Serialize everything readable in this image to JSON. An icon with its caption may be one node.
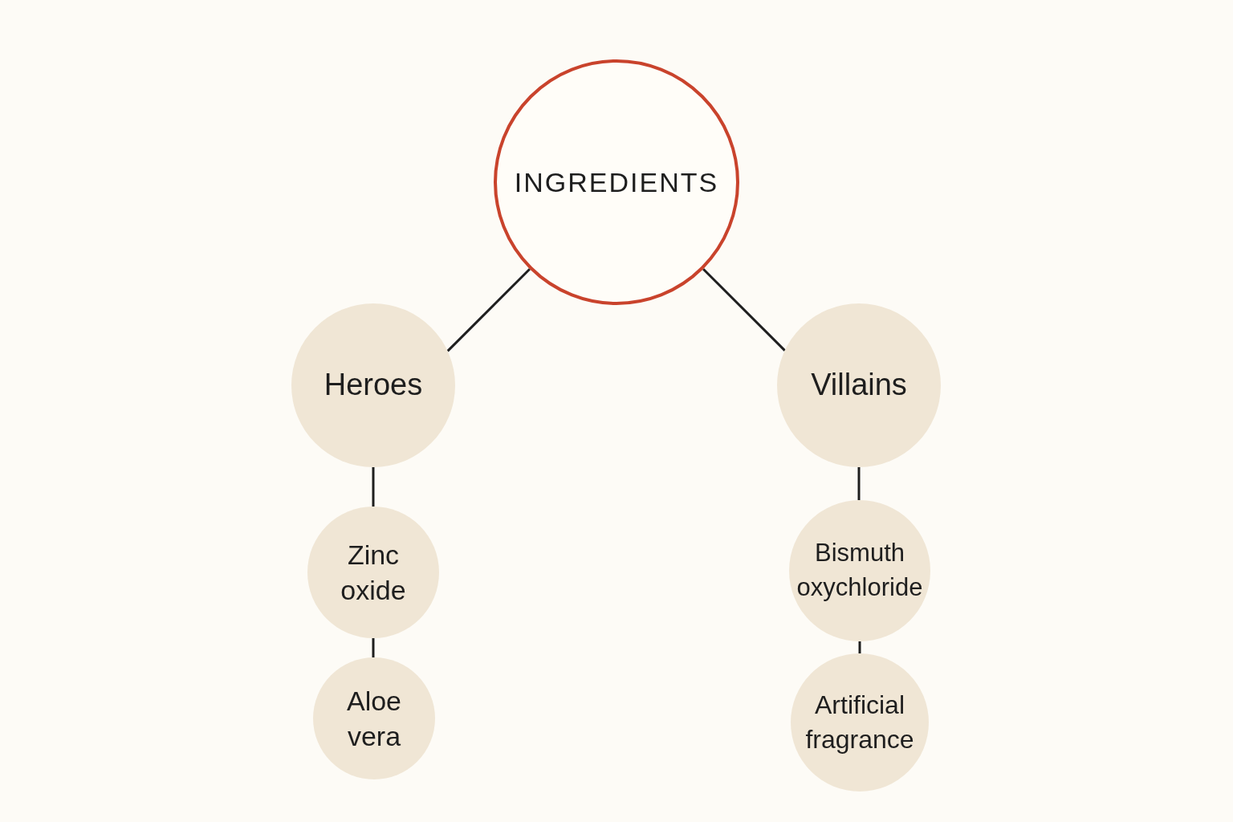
{
  "diagram": {
    "nodes": [
      {
        "text": [
          "INGREDIENTS"
        ]
      },
      {
        "text": [
          "Heroes"
        ]
      },
      {
        "text": [
          "Villains"
        ]
      },
      {
        "text": [
          "Zinc oxide"
        ]
      },
      {
        "text": [
          "Bismuth oxychloride"
        ]
      },
      {
        "text": [
          "Aloe vera"
        ]
      },
      {
        "text": [
          "Artificial fragrance"
        ]
      }
    ],
    "edges": [
      {
        "from": 0,
        "to": 1,
        "arrow": "none"
      },
      {
        "from": 0,
        "to": 2,
        "arrow": "none"
      },
      {
        "from": 1,
        "to": 3,
        "arrow": "none"
      },
      {
        "from": 2,
        "to": 4,
        "arrow": "none"
      },
      {
        "from": 3,
        "to": 5,
        "arrow": "none"
      },
      {
        "from": 4,
        "to": 6,
        "arrow": "none"
      }
    ]
  }
}
